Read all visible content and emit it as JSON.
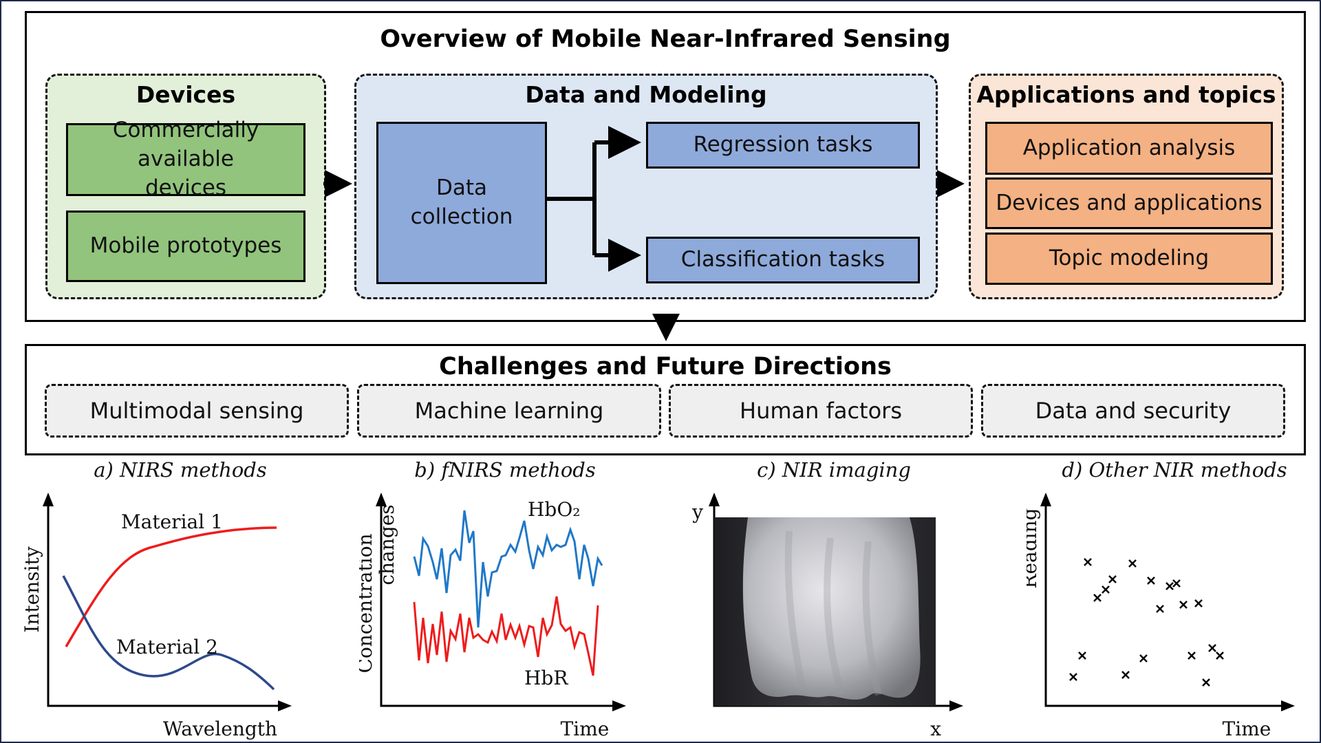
{
  "overview": {
    "title": "Overview of Mobile Near-Infrared Sensing",
    "devices": {
      "title": "Devices",
      "items": [
        "Commercially available devices",
        "Mobile prototypes"
      ]
    },
    "data_modeling": {
      "title": "Data and Modeling",
      "source": "Data collection",
      "targets": [
        "Regression tasks",
        "Classification tasks"
      ]
    },
    "applications": {
      "title": "Applications and topics",
      "items": [
        "Application analysis",
        "Devices and applications",
        "Topic modeling"
      ]
    }
  },
  "challenges": {
    "title": "Challenges and Future Directions",
    "items": [
      "Multimodal sensing",
      "Machine learning",
      "Human factors",
      "Data and security"
    ]
  },
  "methods": {
    "nirs": {
      "caption": "a) NIRS methods",
      "ylabel": "Intensity",
      "xlabel": "Wavelength",
      "series1": "Material 1",
      "series2": "Material 2"
    },
    "fnirs": {
      "caption": "b) fNIRS methods",
      "ylabel_line1": "Concentration",
      "ylabel_line2": "changes",
      "xlabel": "Time",
      "series1": "HbO₂",
      "series2": "HbR"
    },
    "imaging": {
      "caption": "c) NIR imaging",
      "ylabel": "y",
      "xlabel": "x"
    },
    "other": {
      "caption": "d) Other NIR methods",
      "ylabel": "Reading",
      "xlabel": "Time"
    }
  },
  "colors": {
    "red_series": "#ee1c1c",
    "blue_series": "#2e4a8c",
    "hbo2": "#1f78c8",
    "hbr": "#ee1c1c",
    "devices_panel": "#e2efd9",
    "modeling_panel": "#dde7f4",
    "applications_panel": "#fbe5d6"
  }
}
